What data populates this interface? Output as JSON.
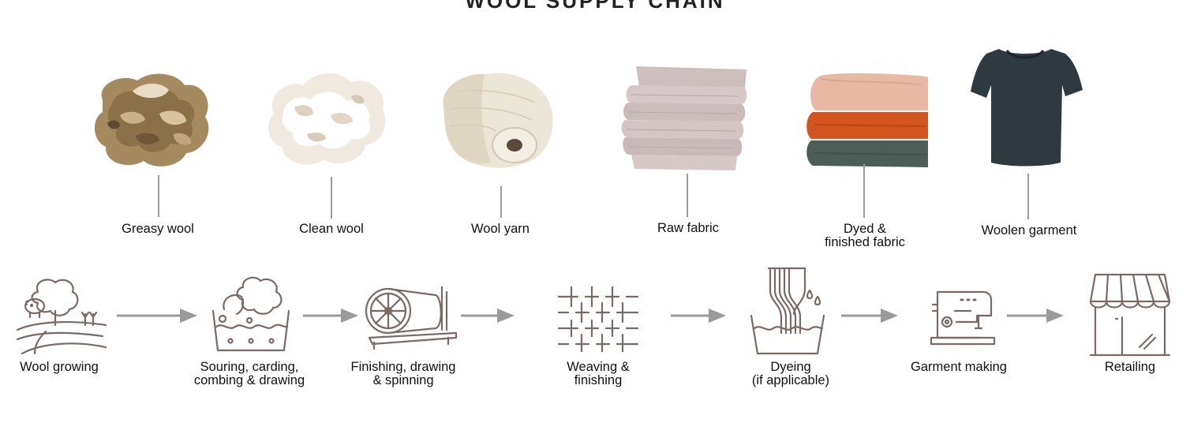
{
  "title": "WOOL SUPPLY CHAIN",
  "products": [
    {
      "label": "Greasy wool",
      "image": "greasy-wool-image"
    },
    {
      "label": "Clean wool",
      "image": "clean-wool-image"
    },
    {
      "label": "Wool yarn",
      "image": "wool-yarn-image"
    },
    {
      "label": "Raw fabric",
      "image": "raw-fabric-image"
    },
    {
      "label": "Dyed &\nfinished fabric",
      "image": "dyed-fabric-image"
    },
    {
      "label": "Woolen garment",
      "image": "woolen-garment-image"
    }
  ],
  "stages": [
    {
      "label": "Wool growing",
      "icon": "farm-tree-icon"
    },
    {
      "label": "Souring, carding,\ncombing & drawing",
      "icon": "washing-basin-icon"
    },
    {
      "label": "Finishing, drawing\n& spinning",
      "icon": "spinning-wheel-icon"
    },
    {
      "label": "Weaving &\nfinishing",
      "icon": "weave-pattern-icon"
    },
    {
      "label": "Dyeing\n(if applicable)",
      "icon": "dye-bath-icon"
    },
    {
      "label": "Garment making",
      "icon": "sewing-machine-icon"
    },
    {
      "label": "Retailing",
      "icon": "storefront-icon"
    }
  ],
  "colors": {
    "icon_stroke": "#7a6a63",
    "arrow": "#9a9a9a",
    "connector": "#9a9a9a"
  }
}
